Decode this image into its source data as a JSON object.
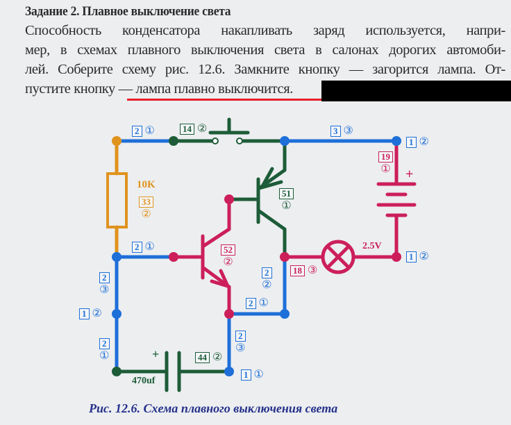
{
  "text": {
    "title": "Задание 2. Плавное выключение света",
    "lines": [
      "Способность конденсатора накапливать заряд используется, напри-",
      "мер, в схемах плавного выключения света в салонах дорогих автомоби-",
      "лей. Соберите схему рис. 12.6. Замкните кнопку — загорится лампа. От-",
      "пустите кнопку — лампа плавно выключится."
    ],
    "caption": "Рис. 12.6. Схема плавного выключения света"
  },
  "diagram": {
    "resistor": {
      "value": "10K",
      "box": "33",
      "circle": "②"
    },
    "switch": {
      "box": "14",
      "circle": "②"
    },
    "transistor_top": {
      "box": "51",
      "circle": "①"
    },
    "transistor_bottom": {
      "box": "52",
      "circle": "②"
    },
    "battery": {
      "box": "19",
      "circle": "①",
      "plus": "+"
    },
    "lamp": {
      "value": "2.5V",
      "box": "18",
      "circle": "③"
    },
    "capacitor": {
      "value": "470uf",
      "box": "44",
      "circle": "②",
      "plus": "+"
    },
    "wires": {
      "top_left": {
        "box": "2",
        "circle": "①"
      },
      "top_right": {
        "box": "3",
        "circle": "③"
      },
      "right_top_node": {
        "box": "1",
        "circle": "②"
      },
      "right_mid_node": {
        "box": "1",
        "circle": "②"
      },
      "mid_left": {
        "box": "2",
        "circle": "①"
      },
      "left_upper": {
        "box": "2",
        "circle": "③"
      },
      "left_node": {
        "box": "1",
        "circle": "②"
      },
      "left_lower": {
        "box": "2",
        "circle": "①"
      },
      "center_vert": {
        "box": "2",
        "circle": "②"
      },
      "center_horiz": {
        "box": "2",
        "circle": "①"
      },
      "bottom_vert": {
        "box": "2",
        "circle": "③"
      },
      "bottom_node": {
        "box": "1",
        "circle": "①"
      }
    }
  },
  "colors": {
    "blue": "#1e6fd8",
    "green": "#1d5c38",
    "magenta": "#cc1f5a",
    "orange": "#e0931e",
    "caption": "#24308a",
    "underline": "#e8202a"
  }
}
